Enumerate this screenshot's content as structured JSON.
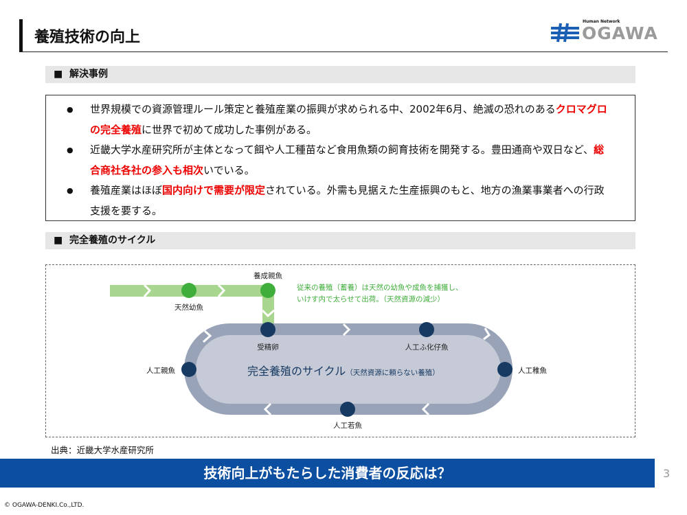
{
  "header": {
    "title": "養殖技術の向上",
    "logo_tagline": "Human Network",
    "logo_text": "OGAWA"
  },
  "section1": {
    "heading": "解決事例",
    "bullets": [
      {
        "parts": [
          {
            "text": "世界規模での資源管理ルール策定と養殖産業の振興が求められる中、2002年6月、絶滅の恐れのある",
            "hl": false
          },
          {
            "text": "クロマグロの完全養殖",
            "hl": true
          },
          {
            "text": "に世界で初めて成功した事例がある。",
            "hl": false
          }
        ]
      },
      {
        "parts": [
          {
            "text": "近畿大学水産研究所が主体となって餌や人工種苗など食用魚類の飼育技術を開発する。豊田通商や双日など、",
            "hl": false
          },
          {
            "text": "総合商社各社の参入も相次",
            "hl": true
          },
          {
            "text": "いでいる。",
            "hl": false
          }
        ]
      },
      {
        "parts": [
          {
            "text": "養殖産業はほぼ",
            "hl": false
          },
          {
            "text": "国内向けで需要が限定",
            "hl": true
          },
          {
            "text": "されている。外需も見据えた生産振興のもと、地方の漁業事業者への行政支援を要する。",
            "hl": false
          }
        ]
      }
    ]
  },
  "section2": {
    "heading": "完全養殖のサイクル"
  },
  "diagram": {
    "traditional": {
      "wild_juvenile": "天然幼魚",
      "farmed_parent": "養成親魚",
      "note_line1": "従来の養殖（蓄養）は天然の幼魚や成魚を捕獲し、",
      "note_line2": "いけす内で太らせて出荷。（天然資源の減少）"
    },
    "cycle": {
      "title": "完全養殖のサイクル",
      "subtitle": "（天然資源に頼らない養殖）",
      "fertilized_egg": "受精卵",
      "hatched_fry": "人工ふ化仔魚",
      "artificial_seedling": "人工稚魚",
      "artificial_young": "人工若魚",
      "artificial_parent": "人工親魚"
    },
    "colors": {
      "green": "#3fae3a",
      "green_light": "#a9d68f",
      "navy": "#173a63",
      "ring": "#98a3b8",
      "inner": "#c6cad6"
    }
  },
  "source": "出典：近畿大学水産研究所",
  "banner": "技術向上がもたらした消費者の反応は？",
  "page_number": "3",
  "copyright": "© OGAWA-DENKI.Co.,LTD."
}
